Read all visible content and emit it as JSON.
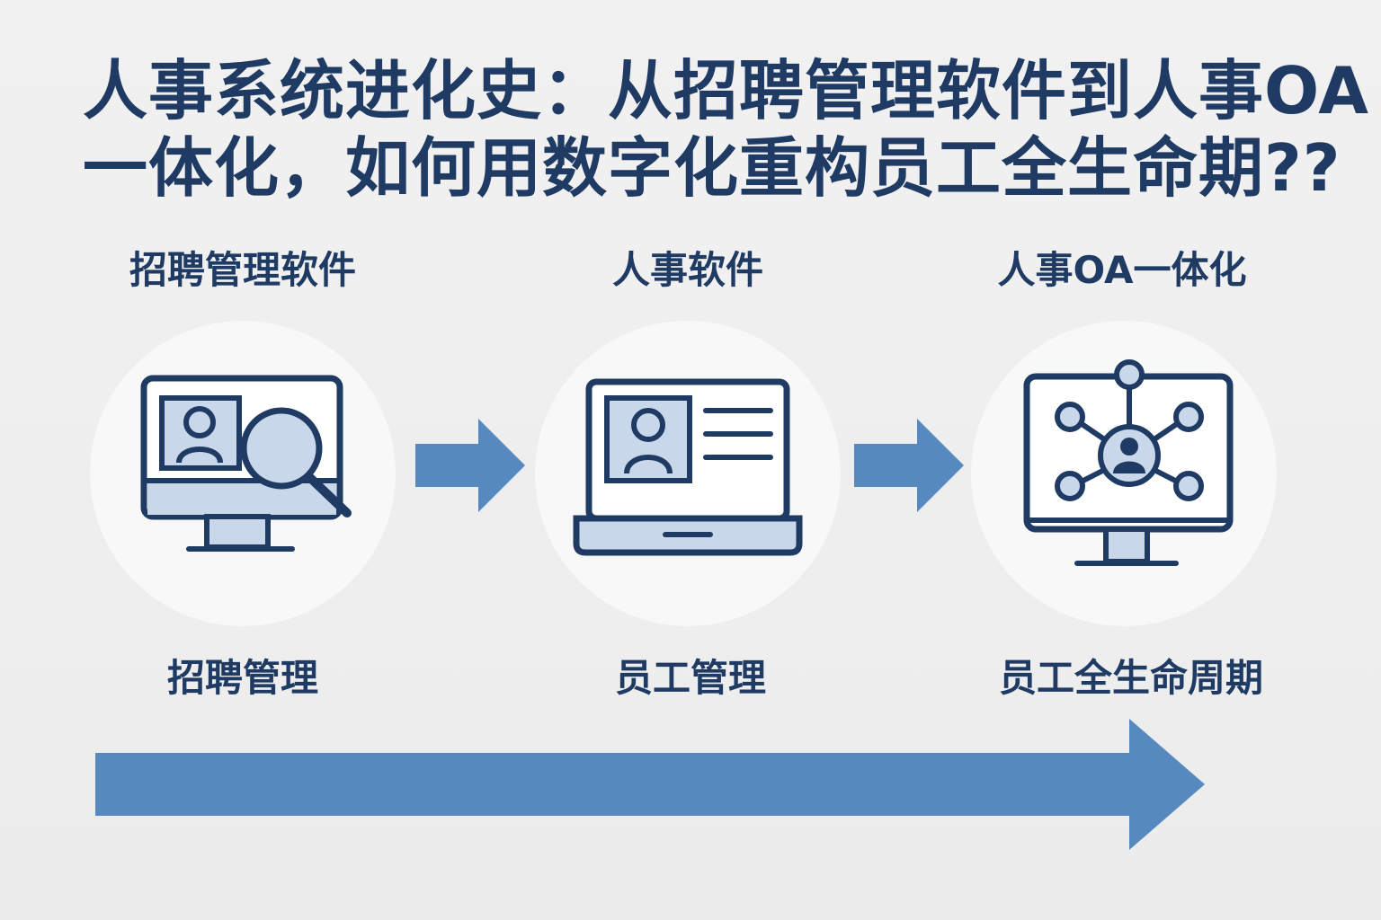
{
  "title": {
    "line1": "人事系统进化史：从招聘管理软件到人事OA",
    "line2": "一体化，如何用数字化重构员工全生命期??"
  },
  "stages": [
    {
      "label": "招聘管理软件",
      "sublabel": "招聘管理",
      "icon": "monitor-recruit-search-icon"
    },
    {
      "label": "人事软件",
      "sublabel": "员工管理",
      "icon": "laptop-profile-icon"
    },
    {
      "label": "人事OA一体化",
      "sublabel": "员工全生命周期",
      "icon": "monitor-network-icon"
    }
  ],
  "colors": {
    "title": "#1f3b63",
    "icon_stroke": "#1f3b63",
    "icon_fill": "#c8d8ea",
    "arrow": "#5689be",
    "circle_bg": "#f8f8f8",
    "page_bg": "#efefef"
  }
}
